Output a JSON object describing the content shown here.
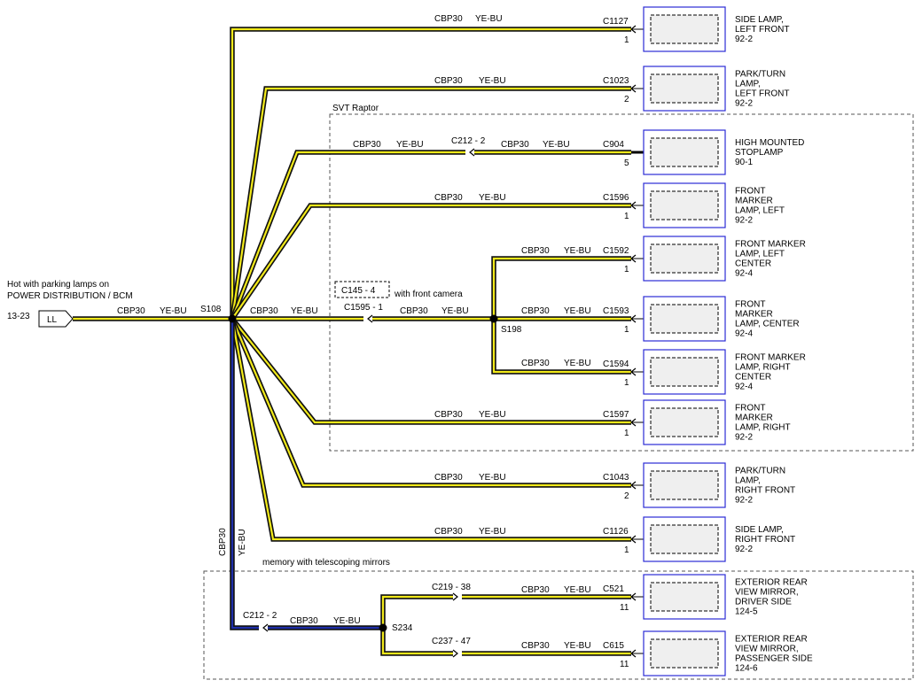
{
  "source": {
    "note_line1": "Hot with parking lamps on",
    "note_line2": "POWER DISTRIBUTION / BCM",
    "page_ref": "13-23",
    "connector": "LL",
    "circuit": "CBP30",
    "color": "YE-BU"
  },
  "splices": {
    "main": "S108",
    "mid": "S198",
    "bottom": "S234"
  },
  "regions": {
    "svt": "SVT Raptor",
    "memory": "memory with telescoping mirrors"
  },
  "inline_connectors": {
    "c212_top": "C212 - 2",
    "c145": "C145 - 4",
    "c145_note": "with front camera",
    "c1595": "C1595 - 1",
    "c212_bottom": "C212 - 2",
    "c219": "C219 - 38",
    "c237": "C237 - 47"
  },
  "vertical_labels": {
    "circuit": "CBP30",
    "color": "YE-BU"
  },
  "loads": [
    {
      "connector": "C1127",
      "pin": "1",
      "lines": [
        "SIDE LAMP,",
        "LEFT FRONT",
        "92-2"
      ]
    },
    {
      "connector": "C1023",
      "pin": "2",
      "lines": [
        "PARK/TURN",
        "LAMP,",
        "LEFT FRONT",
        "92-2"
      ]
    },
    {
      "connector": "C904",
      "pin": "5",
      "lines": [
        "HIGH MOUNTED",
        "STOPLAMP",
        "90-1"
      ]
    },
    {
      "connector": "C1596",
      "pin": "1",
      "lines": [
        "FRONT",
        "MARKER",
        "LAMP, LEFT",
        "92-2"
      ]
    },
    {
      "connector": "C1592",
      "pin": "1",
      "lines": [
        "FRONT MARKER",
        "LAMP, LEFT",
        "CENTER",
        "92-4"
      ]
    },
    {
      "connector": "C1593",
      "pin": "1",
      "lines": [
        "FRONT",
        "MARKER",
        "LAMP, CENTER",
        "92-4"
      ]
    },
    {
      "connector": "C1594",
      "pin": "1",
      "lines": [
        "FRONT MARKER",
        "LAMP, RIGHT",
        "CENTER",
        "92-4"
      ]
    },
    {
      "connector": "C1597",
      "pin": "1",
      "lines": [
        "FRONT",
        "MARKER",
        "LAMP, RIGHT",
        "92-2"
      ]
    },
    {
      "connector": "C1043",
      "pin": "2",
      "lines": [
        "PARK/TURN",
        "LAMP,",
        "RIGHT FRONT",
        "92-2"
      ]
    },
    {
      "connector": "C1126",
      "pin": "1",
      "lines": [
        "SIDE LAMP,",
        "RIGHT FRONT",
        "92-2"
      ]
    },
    {
      "connector": "C521",
      "pin": "11",
      "lines": [
        "EXTERIOR REAR",
        "VIEW MIRROR,",
        "DRIVER SIDE",
        "124-5"
      ]
    },
    {
      "connector": "C615",
      "pin": "11",
      "lines": [
        "EXTERIOR REAR",
        "VIEW MIRROR,",
        "PASSENGER SIDE",
        "124-6"
      ]
    }
  ],
  "colors": {
    "wire_yellow": "#f2ea1a",
    "wire_black": "#111111",
    "wire_blue": "#1f2fa8",
    "component_border": "#2b2bd6",
    "component_fill": "#ffffff",
    "component_inner": "#efefef"
  }
}
